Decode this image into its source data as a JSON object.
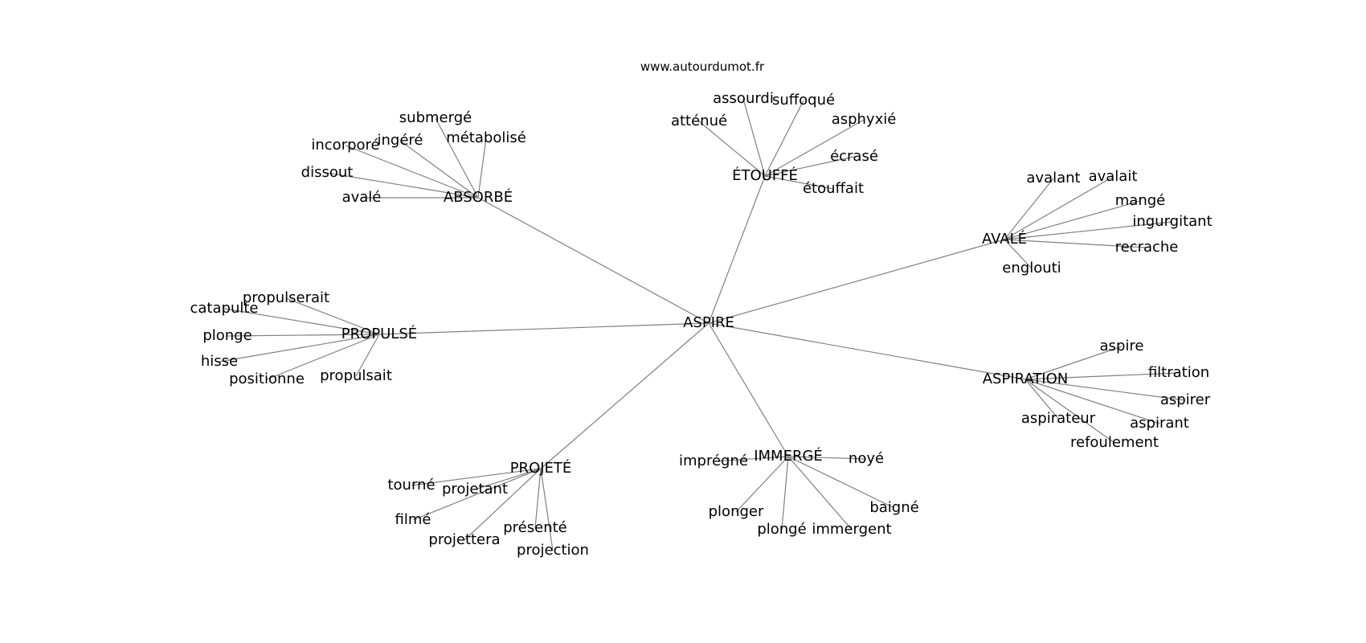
{
  "source": "www.autourdumot.fr",
  "colors": {
    "edge": "#808080",
    "text": "#000000",
    "background": "#ffffff"
  },
  "center": {
    "label": "ASPIRE"
  },
  "clusters": [
    {
      "label": "ABSORBÉ",
      "leaves": [
        "submergé",
        "ingéré",
        "métabolisé",
        "incorporé",
        "dissout",
        "avalé"
      ]
    },
    {
      "label": "ÉTOUFFÉ",
      "leaves": [
        "assourdi",
        "suffoqué",
        "atténué",
        "asphyxié",
        "écrasé",
        "étouffait"
      ]
    },
    {
      "label": "AVALÉ",
      "leaves": [
        "avalant",
        "avalait",
        "mangé",
        "ingurgitant",
        "recrache",
        "englouti"
      ]
    },
    {
      "label": "PROPULSÉ",
      "leaves": [
        "propulserait",
        "catapulte",
        "plonge",
        "hisse",
        "positionne",
        "propulsait"
      ]
    },
    {
      "label": "ASPIRATION",
      "leaves": [
        "aspire",
        "filtration",
        "aspirer",
        "aspirateur",
        "aspirant",
        "refoulement"
      ]
    },
    {
      "label": "PROJETÉ",
      "leaves": [
        "tourné",
        "projetant",
        "filmé",
        "présenté",
        "projettera",
        "projection"
      ]
    },
    {
      "label": "IMMERGÉ",
      "leaves": [
        "imprégné",
        "noyé",
        "baigné",
        "plonger",
        "plongé",
        "immergent"
      ]
    }
  ]
}
